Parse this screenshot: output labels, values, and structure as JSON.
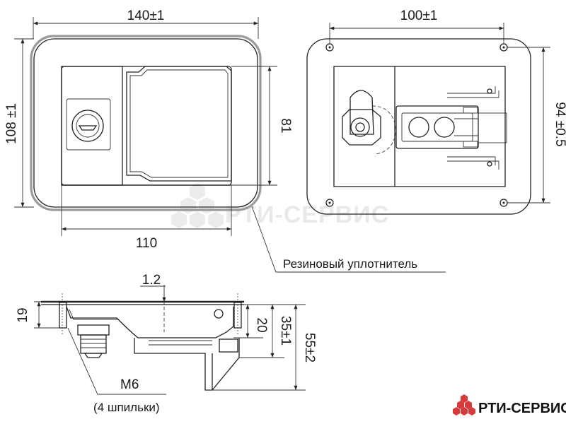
{
  "dimensions": {
    "front_width": "140±1",
    "front_height": "108 ±1",
    "front_inner_height": "81",
    "front_base_width": "110",
    "back_width": "100±1",
    "back_height": "94 ±0.5",
    "side_thickness": "1.2",
    "side_flange": "19",
    "side_depth_20": "20",
    "side_depth_35": "35±1",
    "side_depth_55": "55±2"
  },
  "labels": {
    "gasket": "Резиновый уплотнитель",
    "stud": "M6",
    "stud_count": "(4 шпильки)"
  },
  "watermark": {
    "text": "РТИ-СЕРВИС"
  },
  "brand": {
    "text": "РТИ-СЕРВИС",
    "color": "#c0392b"
  },
  "colors": {
    "line": "#222222",
    "gasket": "#9a9a9a",
    "watermark": "#e9e9e9",
    "logo_red": "#d63a3a"
  }
}
